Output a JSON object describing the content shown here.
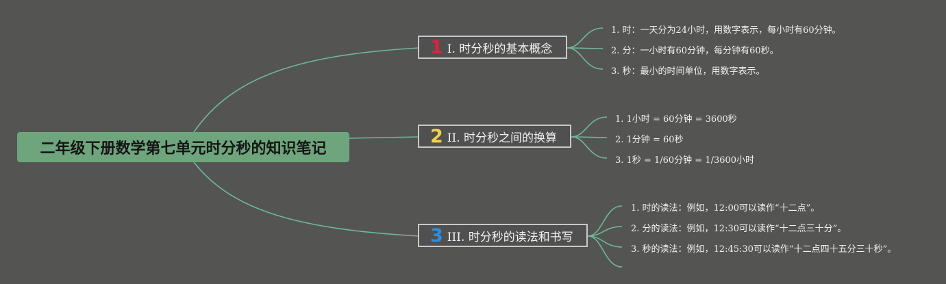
{
  "colors": {
    "background": "#545553",
    "root_fill": "#6ea57c",
    "connector": "#6fb899",
    "branch_border": "#c9c9c9",
    "marker_1": "#e1213f",
    "marker_2": "#f2d24c",
    "marker_3": "#2b8fe0"
  },
  "root": {
    "title": "二年级下册数学第七单元时分秒的知识笔记"
  },
  "branches": [
    {
      "marker": "1",
      "label": "I. 时分秒的基本概念",
      "items": [
        "1. 时：一天分为24小时，用数字表示，每小时有60分钟。",
        "2. 分：一小时有60分钟，每分钟有60秒。",
        "3. 秒：最小的时间单位，用数字表示。"
      ]
    },
    {
      "marker": "2",
      "label": "II. 时分秒之间的换算",
      "items": [
        "1. 1小时 = 60分钟 = 3600秒",
        "2. 1分钟 = 60秒",
        "3. 1秒 = 1/60分钟 = 1/3600小时"
      ]
    },
    {
      "marker": "3",
      "label": "III. 时分秒的读法和书写",
      "items": [
        "1. 时的读法：例如，12:00可以读作“十二点”。",
        "2. 分的读法：例如，12:30可以读作“十二点三十分”。",
        "3. 秒的读法：例如，12:45:30可以读作“十二点四十五分三十秒”。"
      ]
    }
  ]
}
